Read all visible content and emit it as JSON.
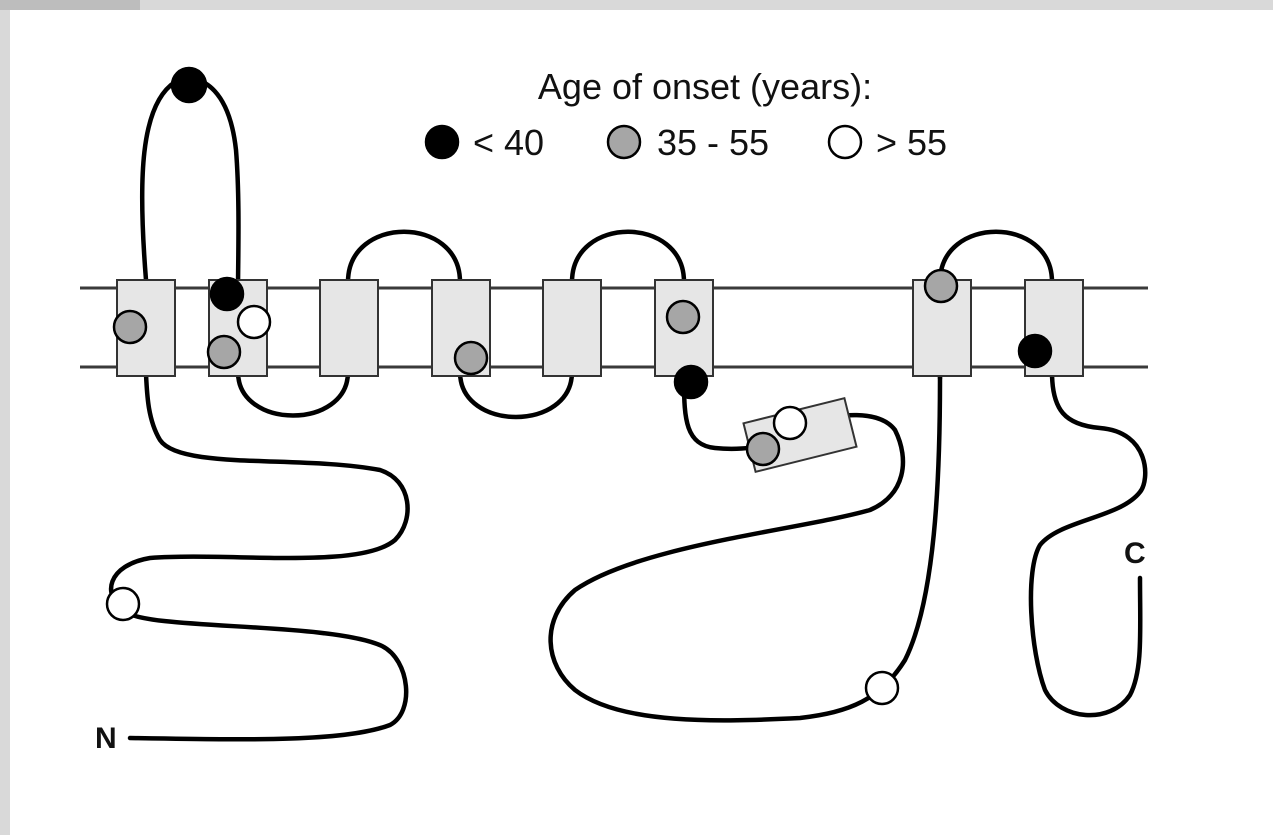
{
  "legend": {
    "title": "Age of onset (years):",
    "items": [
      {
        "label": "< 40",
        "color": "#000000"
      },
      {
        "label": "35 - 55",
        "color": "#a6a6a6"
      },
      {
        "label": "> 55",
        "color": "#ffffff"
      }
    ]
  },
  "termini": {
    "n": "N",
    "c": "C"
  },
  "colors": {
    "early": "#000000",
    "middle": "#a6a6a6",
    "late": "#ffffff",
    "transmembrane": "#e6e6e6",
    "background": "#ffffff"
  }
}
